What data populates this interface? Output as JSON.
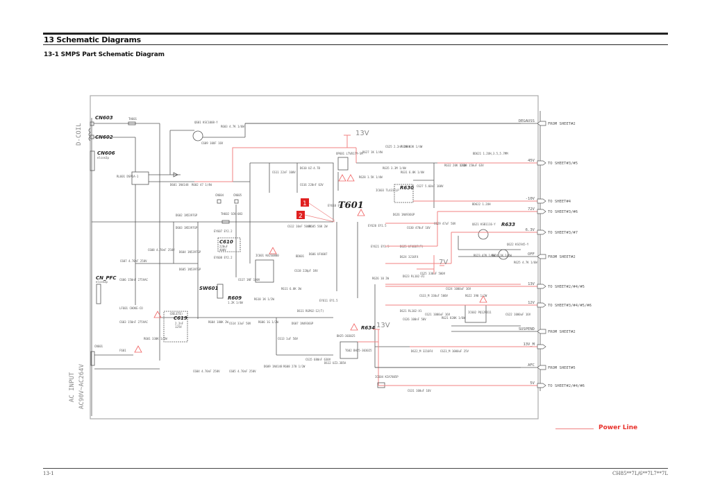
{
  "header": {
    "section_title": "13 Schematic Diagrams",
    "subsection_title": "13-1 SMPS Part Schematic Diagram"
  },
  "footer": {
    "page_number": "13-1",
    "model_text": "CH85**7L/6**7L7**7L"
  },
  "legend": {
    "power_line_label": "Power Line",
    "power_line_color": "#f08080"
  },
  "callouts": [
    {
      "number": "1",
      "color": "#e02020"
    },
    {
      "number": "2",
      "color": "#e02020"
    }
  ],
  "side_labels": {
    "d_coil": "D-COIL",
    "ac_input_1": "AC INPUT",
    "ac_input_2": "AC90V~AC264V"
  },
  "voltage_labels": {
    "v13_top": "13V",
    "v7": "7V",
    "v13_bottom": "13V"
  },
  "components": {
    "cn603": "CN603",
    "cn602": "CN602",
    "cn606": "CN606",
    "cn_pfc": "CN_PFC",
    "c619": "C619",
    "c619_delete": "(DELETE)",
    "c610": "C610",
    "sw601": "SW601",
    "r609": "R609",
    "t601": "T601",
    "r630": "R630",
    "r633": "R633",
    "r634": "R634",
    "th601": "TH601",
    "q601": "Q601 KSC1008-Y",
    "r603": "R603 4.7K 1/6W",
    "c609": "C609 10UF 16V",
    "r602": "R602 47 1/4W",
    "d601": "D601 1N4148",
    "rl601": "RL601 DSP1A-1",
    "c611": "C611 22nF 100V",
    "d610": "D610 UZ-4.7B",
    "c616": "C616 220nF 63V",
    "op601": "OP601 LTV817M-SM",
    "r627": "R627 1K 1/4W",
    "r628": "R628 1.5K 1/4W",
    "c625": "C625 2.2nF 100V",
    "r629": "R629 43K 1/4W",
    "r635": "R635 3.3M 1/4W",
    "ic603": "IC603 TL431CLP",
    "r631": "R631 6.8K 1/4W",
    "c627": "C627 5.60nF 100V",
    "r632": "R632 20K 1/4W",
    "c628": "C628 150uF 63V",
    "bd621": "BD621 1.2UH,3.5,5.7MM",
    "bd622": "BD622 1.2UH",
    "c629": "C629 47uF 50V",
    "q621": "Q621 KSB1116-Y",
    "q622": "Q622 KSC945-Y",
    "r623": "R623 47K 1/6W",
    "r624": "R624 1K 1/6W",
    "r625": "R625 4.7K 1/6W",
    "d626": "D626 1N4936GP",
    "c630": "C630 470uF 16V",
    "d625": "D625 UF4007(T)",
    "d624": "D624 3210F4",
    "c625b": "C625 330uF 500V",
    "d623": "D623 RL102-V1",
    "c624": "C624 1000uF 16V",
    "r622": "R622 390 1/2W",
    "ic602": "IC602 PQ12RD11",
    "c622": "C622 1000uF 16V",
    "r621": "R621 820K 1/6W",
    "c621": "C621 1000uF 16V",
    "d621": "D621 RL102-V1",
    "c633m": "C633_M 330uF 500V",
    "c626": "C626 100nF 50V",
    "d622m": "D622_M 3210F4",
    "c623m": "C623_M 1000uF 25V",
    "t602": "T602 BH25-303025",
    "ic604": "IC604 KIA7805P",
    "c631": "C631 100uF 16V",
    "d612": "D612 UZ3.3B5A",
    "c615": "C615 680nF 630V",
    "r608": "R608 270 1/2W",
    "d609": "D609 1N4148",
    "c613": "C613 1uF 50V",
    "d607": "D607 1N4936GP",
    "r606": "R606 1G 1/2W",
    "c614": "C614 33uF 50V",
    "r604": "R604 180K 2W",
    "r610": "R610 1K 1/2W",
    "r611": "R611 6.8K 3W",
    "d611": "D611 RGP02-12(T)",
    "c618": "C618 220pF 1KV",
    "c617": "C617 1NF 100V",
    "ic601": "IC601 KA2S0880",
    "d606": "D606 UF4007",
    "r605": "R605 56K 2W",
    "c612": "C612 10nF 500V",
    "d602": "D602 1N5397GP",
    "d603": "D603 1N5397GP",
    "d604": "D604 1N5397GP",
    "d605": "D605 1N5397GP",
    "c608": "C608 4.70nF 250V",
    "c607": "C607 4.70nF 250V",
    "c606": "C606 150nF 275VAC",
    "lf601": "LF601 CHOKE-CO",
    "c603": "C603 150nF 275VAC",
    "r601": "R601 330K 1/2W",
    "f601": "F601",
    "cn601": "CN601",
    "c604": "C604 4.70nF 250V",
    "c605": "C605 4.70nF 250V",
    "th602": "TH602 SCK-083",
    "cn604": "CN604",
    "cn605": "CN605",
    "ey607": "EY607 EY2.2",
    "ey608": "EY608 EY2.2",
    "ey610": "EY610 EY1.5",
    "ey611": "EY611 EY1.5",
    "ey620": "EY620 EY1.5",
    "ey621": "EY621 EY1.5"
  },
  "nets": [
    {
      "name": "DEGAUSS",
      "dir": "in",
      "sheet": "FROM SHEET#2",
      "power": false
    },
    {
      "name": "45V",
      "dir": "out",
      "sheet": "TO SHEET#3/#5",
      "power": true
    },
    {
      "name": "-10V",
      "dir": "out",
      "sheet": "TO SHEET#4",
      "power": true
    },
    {
      "name": "72V",
      "dir": "out",
      "sheet": "TO SHEET#3/#6",
      "power": true
    },
    {
      "name": "6.3V",
      "dir": "out",
      "sheet": "TO SHEET#3/#7",
      "power": true
    },
    {
      "name": "OFF",
      "dir": "in",
      "sheet": "FROM SHEET#2",
      "power": false
    },
    {
      "name": "13V",
      "dir": "out",
      "sheet": "TO SHEET#2/#4/#5",
      "power": true
    },
    {
      "name": "12V",
      "dir": "out",
      "sheet": "TO SHEET#3/#4/#5/#6",
      "power": true
    },
    {
      "name": "SUSPEND",
      "dir": "in",
      "sheet": "FROM SHEET#2",
      "power": false
    },
    {
      "name": "13V_M",
      "dir": "out",
      "sheet": "",
      "power": true
    },
    {
      "name": "AFC",
      "dir": "in",
      "sheet": "FROM SHEET#5",
      "power": false
    },
    {
      "name": "5V",
      "dir": "out",
      "sheet": "TO SHEET#2/#4/#6",
      "power": true
    }
  ]
}
